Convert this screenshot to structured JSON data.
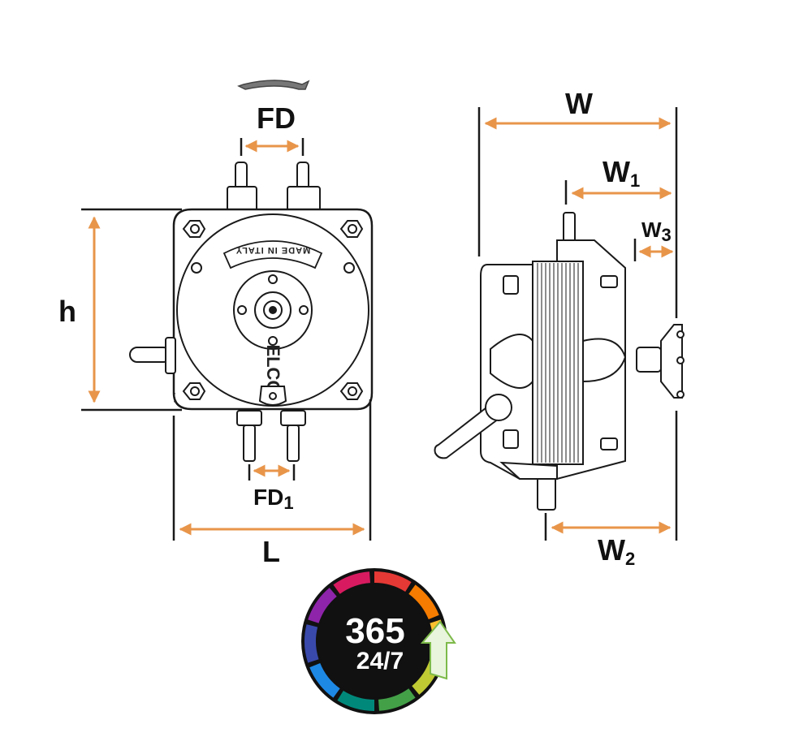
{
  "colors": {
    "dimension_arrow": "#e8954a",
    "outline": "#1a1a1a",
    "rotation_arrow": "#666666",
    "badge_bg": "#111111",
    "badge_text": "#ffffff"
  },
  "front_view": {
    "rotation_arrow_icon": "curved-arrow-left-icon",
    "plate_text": "MADE IN ITALY",
    "brand_text": "ELCO",
    "dimensions": {
      "fd": {
        "main": "FD",
        "sub": ""
      },
      "fd1": {
        "main": "FD",
        "sub": "1"
      },
      "h": {
        "main": "h",
        "sub": ""
      },
      "l": {
        "main": "L",
        "sub": ""
      }
    }
  },
  "side_view": {
    "dimensions": {
      "w": {
        "main": "W",
        "sub": ""
      },
      "w1": {
        "main": "W",
        "sub": "1"
      },
      "w2": {
        "main": "W",
        "sub": "2"
      },
      "w3": {
        "main": "W",
        "sub": "3"
      }
    }
  },
  "badge": {
    "line1": "365",
    "line2": "24/7",
    "icon": "upward-arrow-icon",
    "ring_colors": [
      "#e53935",
      "#f57c00",
      "#fbc02d",
      "#c0ca33",
      "#43a047",
      "#00897b",
      "#1e88e5",
      "#3949ab",
      "#8e24aa",
      "#d81b60"
    ]
  }
}
